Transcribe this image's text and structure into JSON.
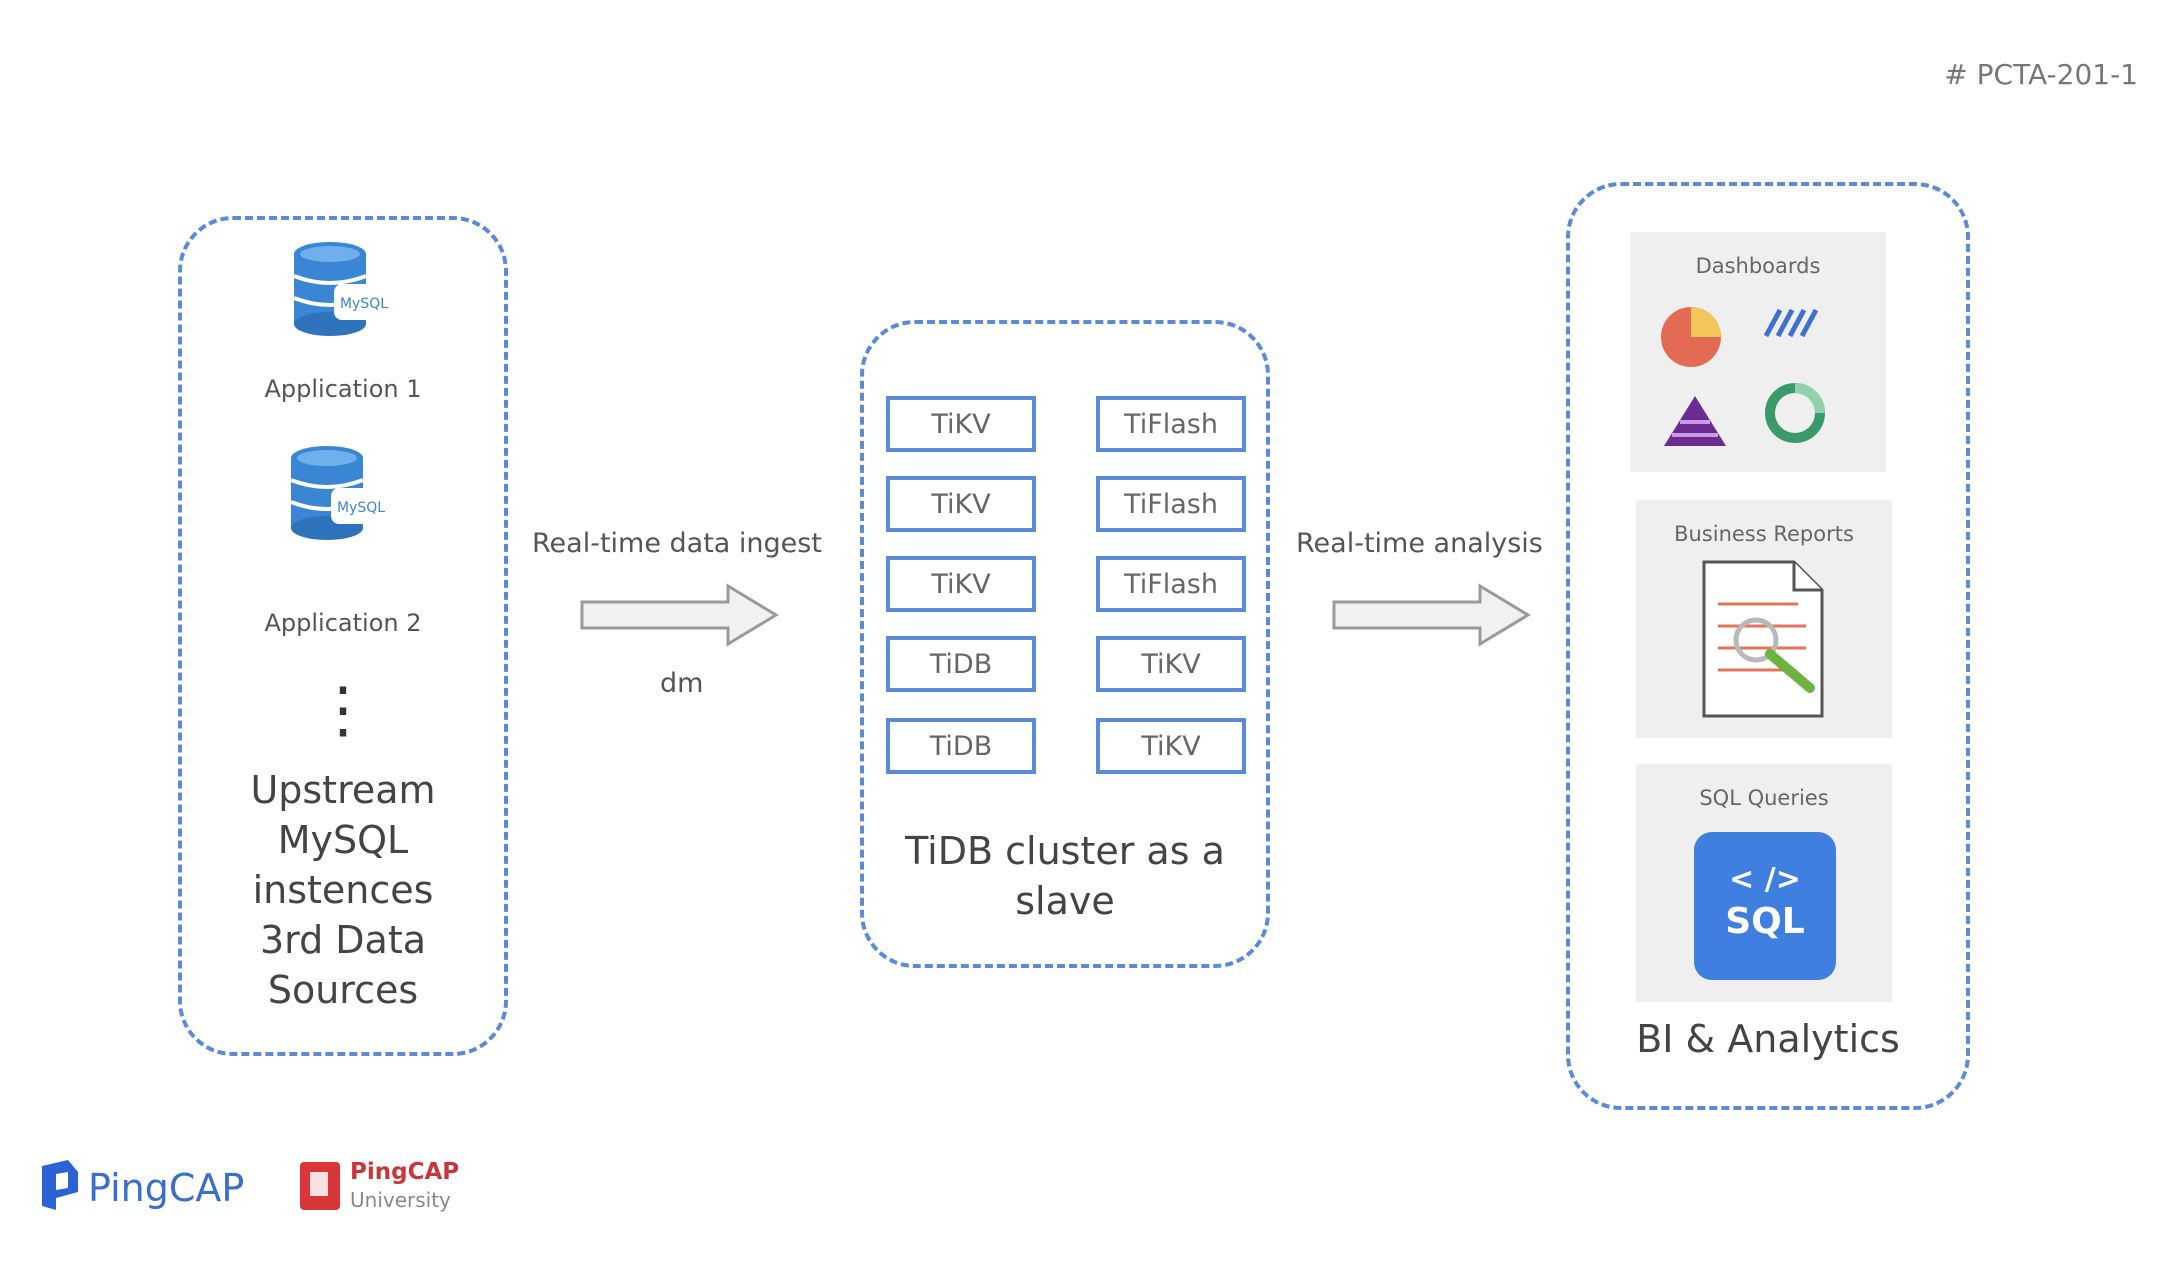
{
  "header": {
    "slide_id": "# PCTA-201-1"
  },
  "upstream": {
    "apps": [
      "Application 1",
      "Application 2"
    ],
    "db_icon_text": "MySQL",
    "ellipsis": "⋮",
    "title_lines": [
      "Upstream",
      "MySQL",
      "instences",
      "3rd Data",
      "Sources"
    ]
  },
  "ingest": {
    "label": "Real-time data ingest",
    "tool": "dm"
  },
  "cluster": {
    "left_nodes": [
      "TiKV",
      "TiKV",
      "TiKV",
      "TiDB",
      "TiDB"
    ],
    "right_nodes": [
      "TiFlash",
      "TiFlash",
      "TiFlash",
      "TiKV",
      "TiKV"
    ],
    "title_lines": [
      "TiDB cluster as a",
      "slave"
    ]
  },
  "analysis": {
    "label": "Real-time analysis"
  },
  "bi": {
    "panels": {
      "dashboards": "Dashboards",
      "reports": "Business Reports",
      "sql": "SQL Queries"
    },
    "sql_badge": {
      "line1": "< />",
      "line2": "SQL"
    },
    "title": "BI & Analytics"
  },
  "footer": {
    "pingcap": "PingCAP",
    "university_name": "PingCAP",
    "university_sub": "University"
  },
  "colors": {
    "accent": "#5b8ad6",
    "sql_blue": "#3f7fe0",
    "panel_bg": "#efefef"
  }
}
